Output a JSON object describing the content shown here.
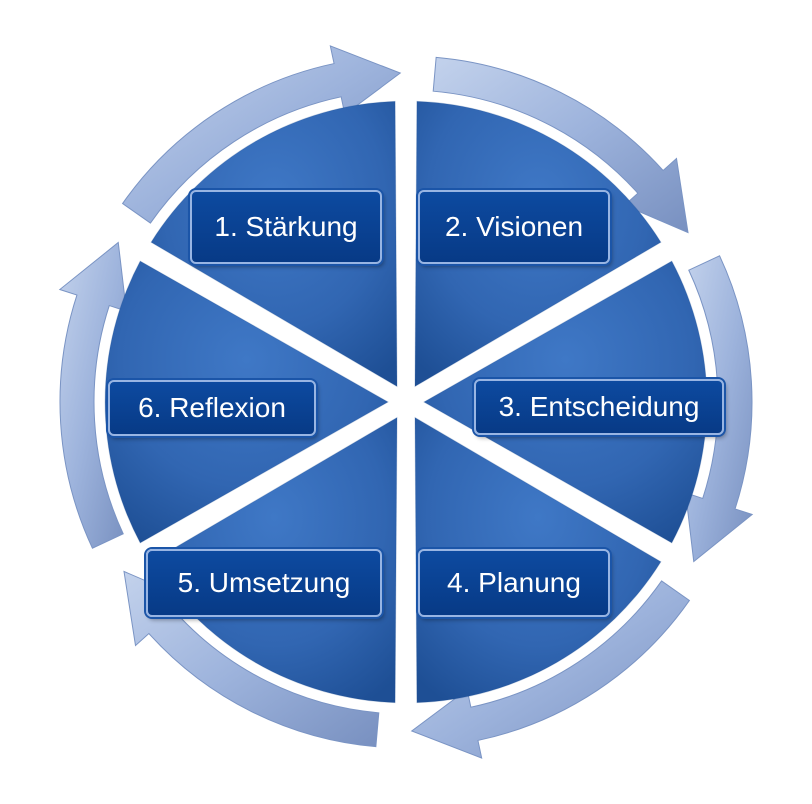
{
  "diagram": {
    "type": "cycle",
    "steps": [
      {
        "label": "1. Stärkung"
      },
      {
        "label": "2. Visionen"
      },
      {
        "label": "3. Entscheidung"
      },
      {
        "label": "4. Planung"
      },
      {
        "label": "5. Umsetzung"
      },
      {
        "label": "6. Reflexion"
      }
    ],
    "colors": {
      "segment_light": "#4f86d2",
      "segment_dark": "#1e4f95",
      "arrow_light": "#b4c6e6",
      "arrow_dark": "#7a94c4",
      "label_fill": "#0d4aa0",
      "label_border": "#98b5e3",
      "label_text": "#ffffff"
    }
  }
}
